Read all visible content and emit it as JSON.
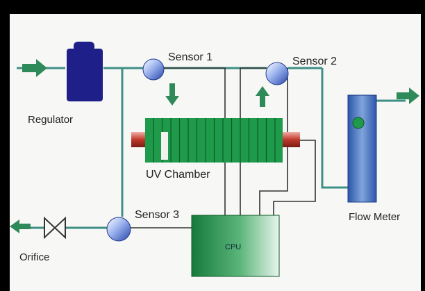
{
  "labels": {
    "sensor1": "Sensor 1",
    "sensor2": "Sensor 2",
    "sensor3": "Sensor 3",
    "regulator": "Regulator",
    "uv_chamber": "UV Chamber",
    "flow_meter": "Flow Meter",
    "orifice": "Orifice",
    "cpu": "CPU"
  },
  "colors": {
    "pipe": "#3e8f86",
    "arrow": "#2f8a5a",
    "regulator": "#1f1f8a",
    "sensor": "#3b5fc9",
    "chamber": "#1e9a4a",
    "lamp_end": "#c0392b",
    "cpu_dark": "#167a3c",
    "flow_meter": "#3a67b8",
    "wire": "#333333"
  }
}
